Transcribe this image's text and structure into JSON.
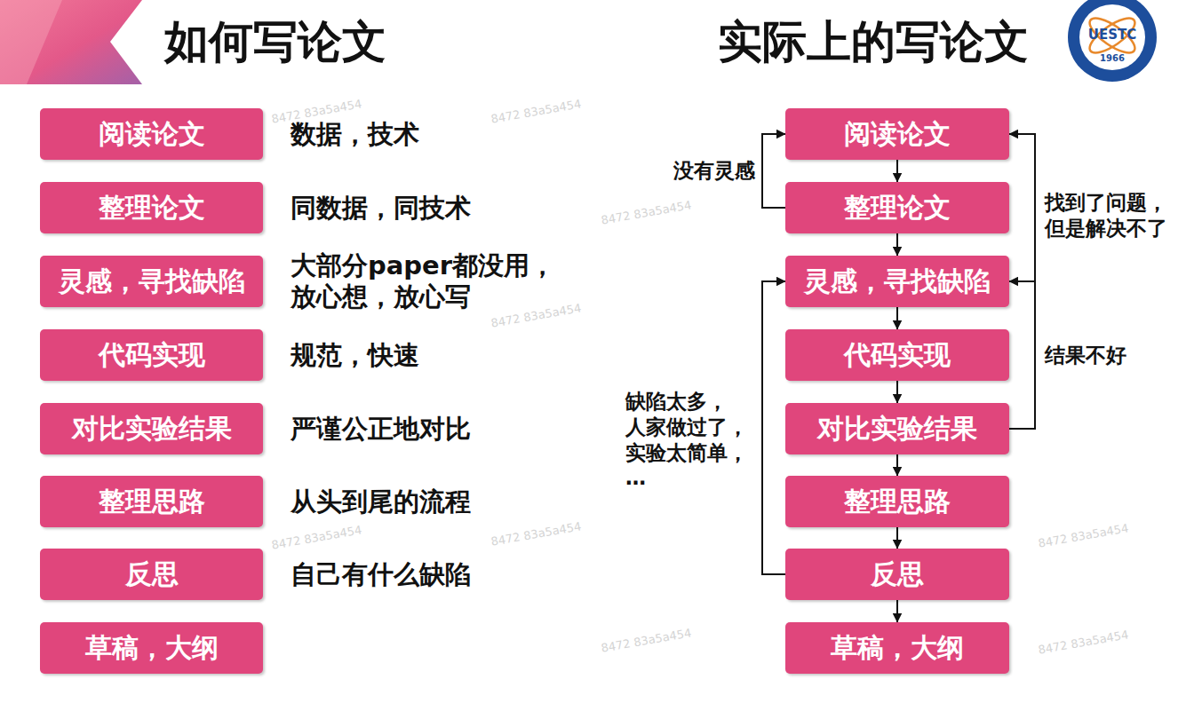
{
  "diagram": {
    "title": "如何写论文",
    "nodes": [
      {
        "text": [
          "阅读论文"
        ]
      },
      {
        "text": [
          "整理论文"
        ]
      },
      {
        "text": [
          "灵感，寻找缺陷"
        ]
      },
      {
        "text": [
          "代码实现"
        ]
      },
      {
        "text": [
          "对比实验结果"
        ]
      },
      {
        "text": [
          "整理思路"
        ]
      },
      {
        "text": [
          "反思"
        ]
      },
      {
        "text": [
          "草稿，大纲"
        ]
      },
      {
        "text": [
          "阅读论文"
        ]
      },
      {
        "text": [
          "整理论文"
        ]
      },
      {
        "text": [
          "灵感，寻找缺陷"
        ]
      },
      {
        "text": [
          "代码实现"
        ]
      },
      {
        "text": [
          "对比实验结果"
        ]
      },
      {
        "text": [
          "整理思路"
        ]
      },
      {
        "text": [
          "反思"
        ]
      },
      {
        "text": [
          "草稿，大纲"
        ]
      }
    ],
    "edges": [
      {
        "from": 8,
        "to": 9,
        "arrow": "to"
      },
      {
        "from": 9,
        "to": 10,
        "arrow": "to"
      },
      {
        "from": 10,
        "to": 11,
        "arrow": "to"
      },
      {
        "from": 11,
        "to": 12,
        "arrow": "to"
      },
      {
        "from": 12,
        "to": 13,
        "arrow": "to"
      },
      {
        "from": 13,
        "to": 14,
        "arrow": "to"
      },
      {
        "from": 14,
        "to": 15,
        "arrow": "to"
      },
      {
        "from": 9,
        "to": 8,
        "label": "没有灵感",
        "arrow": "to"
      },
      {
        "from": 12,
        "to": 8,
        "label": "找到了问题， 但是解决不了",
        "arrow": "to"
      },
      {
        "from": 12,
        "to": 10,
        "label": "结果不好",
        "arrow": "to"
      },
      {
        "from": 14,
        "to": 10,
        "label": "缺陷太多， 人家做过了， 实验太简单， …",
        "arrow": "to"
      }
    ],
    "labels": [
      "实际上的写论文",
      "数据，技术",
      "同数据，同技术",
      "大部分paper都没用， 放心想，放心写",
      "规范，快速",
      "严谨公正地对比",
      "从头到尾的流程",
      "自己有什么缺陷",
      "UESTC",
      "1966",
      "8472 83a5a454",
      "8472 83a5a454",
      "8472 83a5a454",
      "8472 83a5a454",
      "8472 83a5a454",
      "8472 83a5a454",
      "8472 83a5a454",
      "8472 83a5a454",
      "8472 83a5a454"
    ]
  }
}
